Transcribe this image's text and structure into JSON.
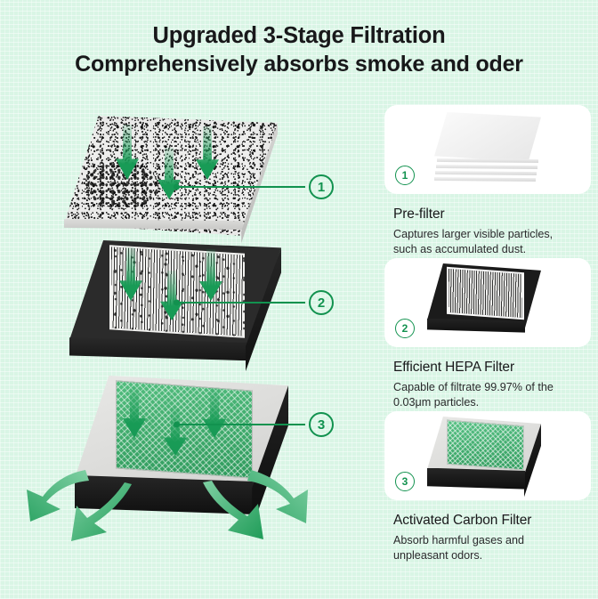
{
  "theme": {
    "background": "#d9f5e5",
    "accent_green": "#12924f",
    "arrow_green": "#189b56",
    "mesh_green": "#3da86a",
    "card_white": "#ffffff",
    "heading_color": "#18181a",
    "body_color": "#2a2a2c"
  },
  "title": {
    "line1": "Upgraded 3-Stage Filtration",
    "line2": "Comprehensively absorbs smoke and oder"
  },
  "illustration": {
    "stages": [
      {
        "number": "1",
        "name": "pre-filter-slab",
        "surface": "speckled-white-dust"
      },
      {
        "number": "2",
        "name": "hepa-slab",
        "surface": "pleated-white-media"
      },
      {
        "number": "3",
        "name": "carbon-slab",
        "surface": "green-honeycomb-mesh"
      }
    ],
    "airflow": {
      "down_arrow_count": 3,
      "exhaust_arrow_count": 4
    }
  },
  "panels": [
    {
      "number": "1",
      "icon": "stacked-sheets-icon",
      "heading": "Pre-filter",
      "body": "Captures larger visible particles, such as accumulated dust."
    },
    {
      "number": "2",
      "icon": "hepa-filter-icon",
      "heading": "Efficient HEPA Filter",
      "body": "Capable of filtrate 99.97% of the 0.03μm particles."
    },
    {
      "number": "3",
      "icon": "carbon-filter-icon",
      "heading": "Activated Carbon Filter",
      "body": "Absorb harmful gases and unpleasant odors."
    }
  ]
}
